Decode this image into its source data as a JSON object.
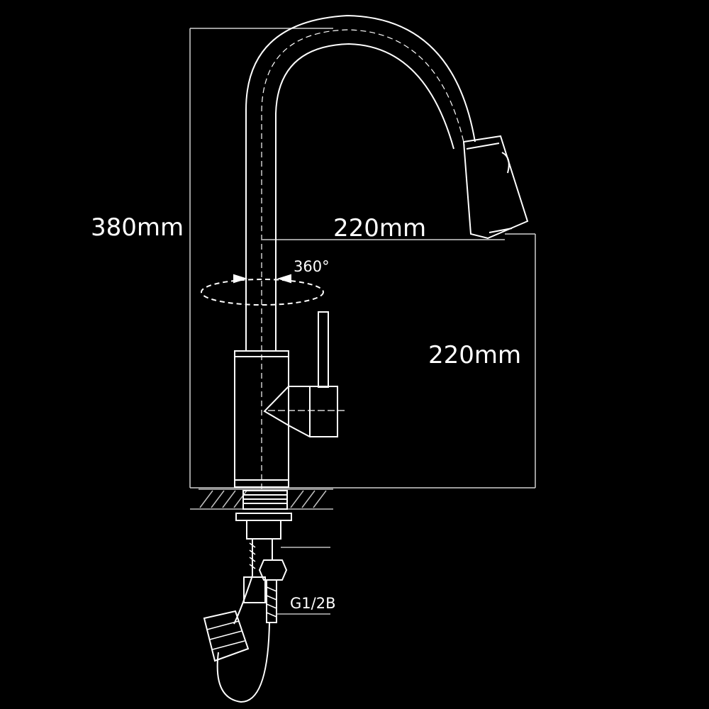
{
  "diagram": {
    "labels": {
      "total_height": "380mm",
      "spout_reach": "220mm",
      "spout_height": "220mm",
      "rotation": "360°",
      "connector_thread": "G1/2B"
    },
    "colors": {
      "background": "#000000",
      "lines": "#ffffff",
      "dimension_lines": "#d8d8d8"
    }
  }
}
